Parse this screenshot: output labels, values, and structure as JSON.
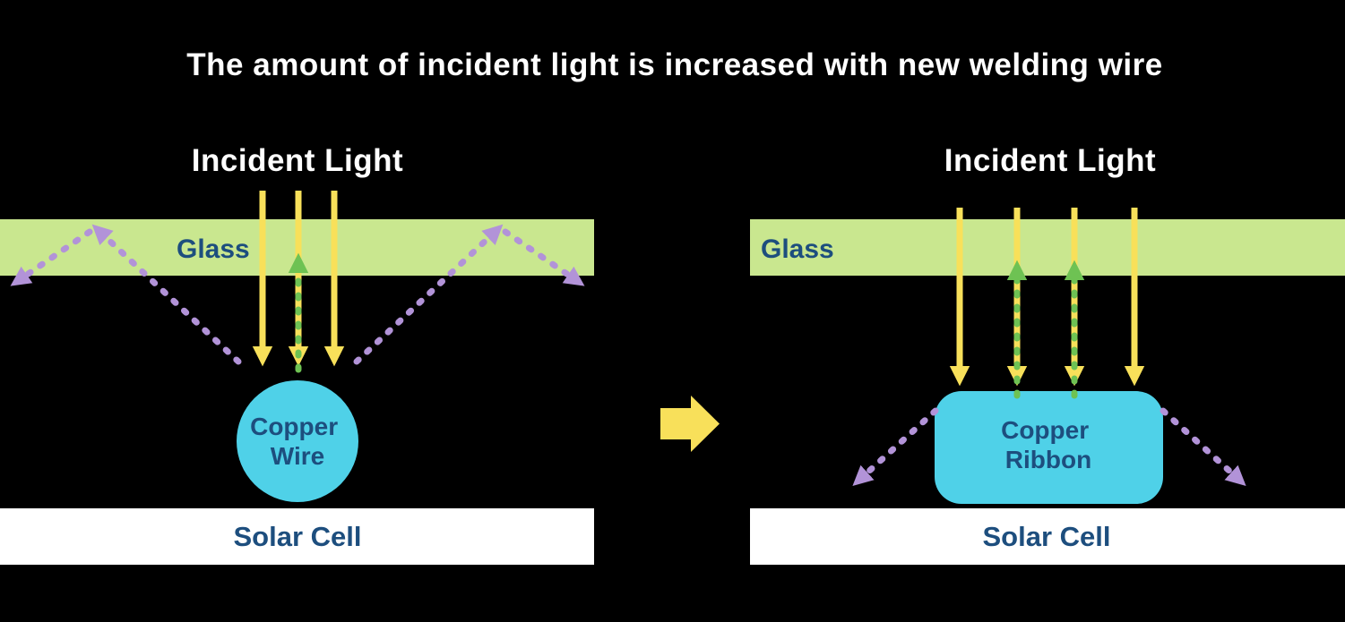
{
  "title": "The amount of incident light is increased with new welding wire",
  "colors": {
    "background": "#000000",
    "title_text": "#ffffff",
    "glass_fill": "#c9e78f",
    "label_text": "#1d4e7e",
    "incident_arrow": "#f8e05a",
    "reflected_arrow": "#6ec253",
    "lost_light_arrow": "#b293d8",
    "copper_fill": "#4fd1e8",
    "solar_cell_fill": "#ffffff",
    "transition_arrow": "#f8e05a"
  },
  "left_diagram": {
    "incident_light_label": "Incident Light",
    "glass_label": "Glass",
    "copper_line1": "Copper",
    "copper_line2": "Wire",
    "solar_cell_label": "Solar Cell"
  },
  "right_diagram": {
    "incident_light_label": "Incident Light",
    "glass_label": "Glass",
    "copper_line1": "Copper",
    "copper_line2": "Ribbon",
    "solar_cell_label": "Solar Cell"
  }
}
